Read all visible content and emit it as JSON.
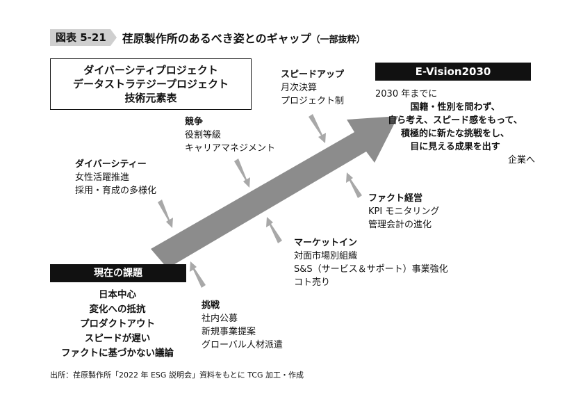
{
  "figure": {
    "label": "図表 5-21",
    "title": "荏原製作所のあるべき姿とのギャップ",
    "title_note": "（一部抜粋）"
  },
  "projects_box": {
    "lines": [
      "ダイバーシティプロジェクト",
      "データストラテジープロジェクト",
      "技術元素表"
    ]
  },
  "vision": {
    "heading": "E-Vision2030",
    "lead": "2030 年までに",
    "bold_lines": [
      "国籍・性別を問わず、",
      "自ら考え、スピード感をもって、",
      "積極的に新たな挑戦をし、",
      "目に見える成果を出す"
    ],
    "tail": "企業へ"
  },
  "current_issues": {
    "heading": "現在の課題",
    "items": [
      "日本中心",
      "変化への抵抗",
      "プロダクトアウト",
      "スピードが遅い",
      "ファクトに基づかない議論"
    ]
  },
  "groups": {
    "speed": {
      "heading": "スピードアップ",
      "items": [
        "月次決算",
        "プロジェクト制"
      ]
    },
    "competition": {
      "heading": "競争",
      "items": [
        "役割等級",
        "キャリアマネジメント"
      ]
    },
    "diversity": {
      "heading": "ダイバーシティー",
      "items": [
        "女性活躍推進",
        "採用・育成の多様化"
      ]
    },
    "fact": {
      "heading": "ファクト経営",
      "items": [
        "KPI モニタリング",
        "管理会計の進化"
      ]
    },
    "market": {
      "heading": "マーケットイン",
      "items": [
        "対面市場別組織",
        "S&S（サービス＆サポート）事業強化",
        "コト売り"
      ]
    },
    "challenge": {
      "heading": "挑戦",
      "items": [
        "社内公募",
        "新規事業提案",
        "グローバル人材派遣"
      ]
    }
  },
  "source": "出所：荏原製作所「2022 年 ESG 説明会」資料をもとに TCG 加工・作成",
  "colors": {
    "main_arrow": "#8c8c8c",
    "small_arrow": "#a8a8a8",
    "label_bg": "#cfcfcf",
    "dark": "#111111"
  }
}
